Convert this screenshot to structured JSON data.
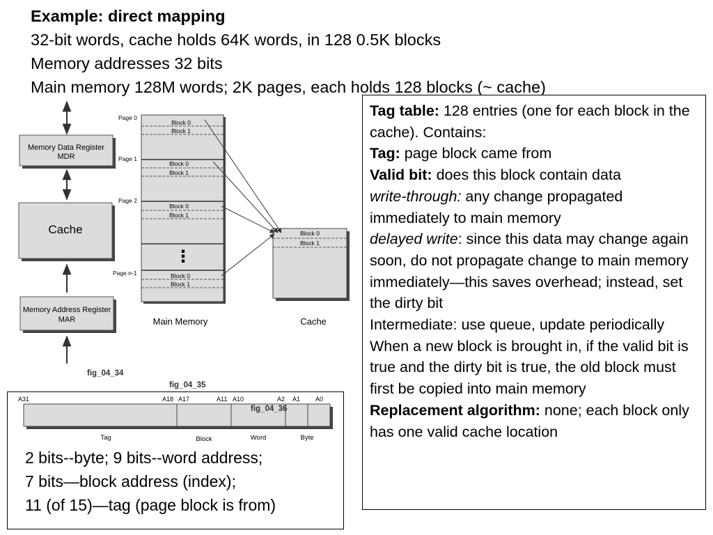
{
  "header": {
    "title": "Example: direct mapping",
    "line1": "32-bit words, cache holds 64K words, in 128 0.5K blocks",
    "line2": "Memory addresses 32 bits",
    "line3": "Main memory 128M words; 2K pages, each holds 128 blocks (~ cache)"
  },
  "processor_diagram": {
    "mdr_line1": "Memory Data Register",
    "mdr_line2": "MDR",
    "cache_label": "Cache",
    "mar_line1": "Memory Address Register",
    "mar_line2": "MAR",
    "fig_label": "fig_04_34"
  },
  "mapping_diagram": {
    "pages": [
      "Page 0",
      "Page 1",
      "Page 2",
      "Page n-1"
    ],
    "block0": "Block 0",
    "block1": "Block 1",
    "ellipsis": "⋮",
    "main_memory_label": "Main Memory",
    "cache_label": "Cache",
    "fig_label": "fig_04_35"
  },
  "address_format": {
    "bit_labels": [
      "A31",
      "A18",
      "A17",
      "A11",
      "A10",
      "A2",
      "A1",
      "A0"
    ],
    "fields": [
      "Tag",
      "Block",
      "Word",
      "Byte"
    ],
    "fig_label": "fig_04_36",
    "text_line1": "2 bits--byte; 9 bits--word address;",
    "text_line2": "7 bits—block address (index);",
    "text_line3": "11 (of 15)—tag (page block is from)"
  },
  "notes": {
    "tag_table_label": "Tag table:",
    "tag_table_text": " 128 entries (one for each block in the cache). Contains:",
    "tag_label": "Tag:",
    "tag_text": " page block came from",
    "valid_label": "Valid bit:",
    "valid_text": " does this block contain data",
    "write_through_label": "write-through:",
    "write_through_text": " any change propagated immediately to main memory",
    "delayed_label": "delayed write",
    "delayed_text": ": since this data may change again soon, do not propagate change to main memory immediately—this saves overhead; instead, set the dirty bit",
    "intermediate_text": "Intermediate: use queue, update periodically",
    "new_block_text": "When a new block is brought in, if the valid bit is true and the dirty bit is true, the old block must first be copied into main memory",
    "replacement_label": "Replacement algorithm:",
    "replacement_text": " none; each block only has one valid cache location"
  }
}
